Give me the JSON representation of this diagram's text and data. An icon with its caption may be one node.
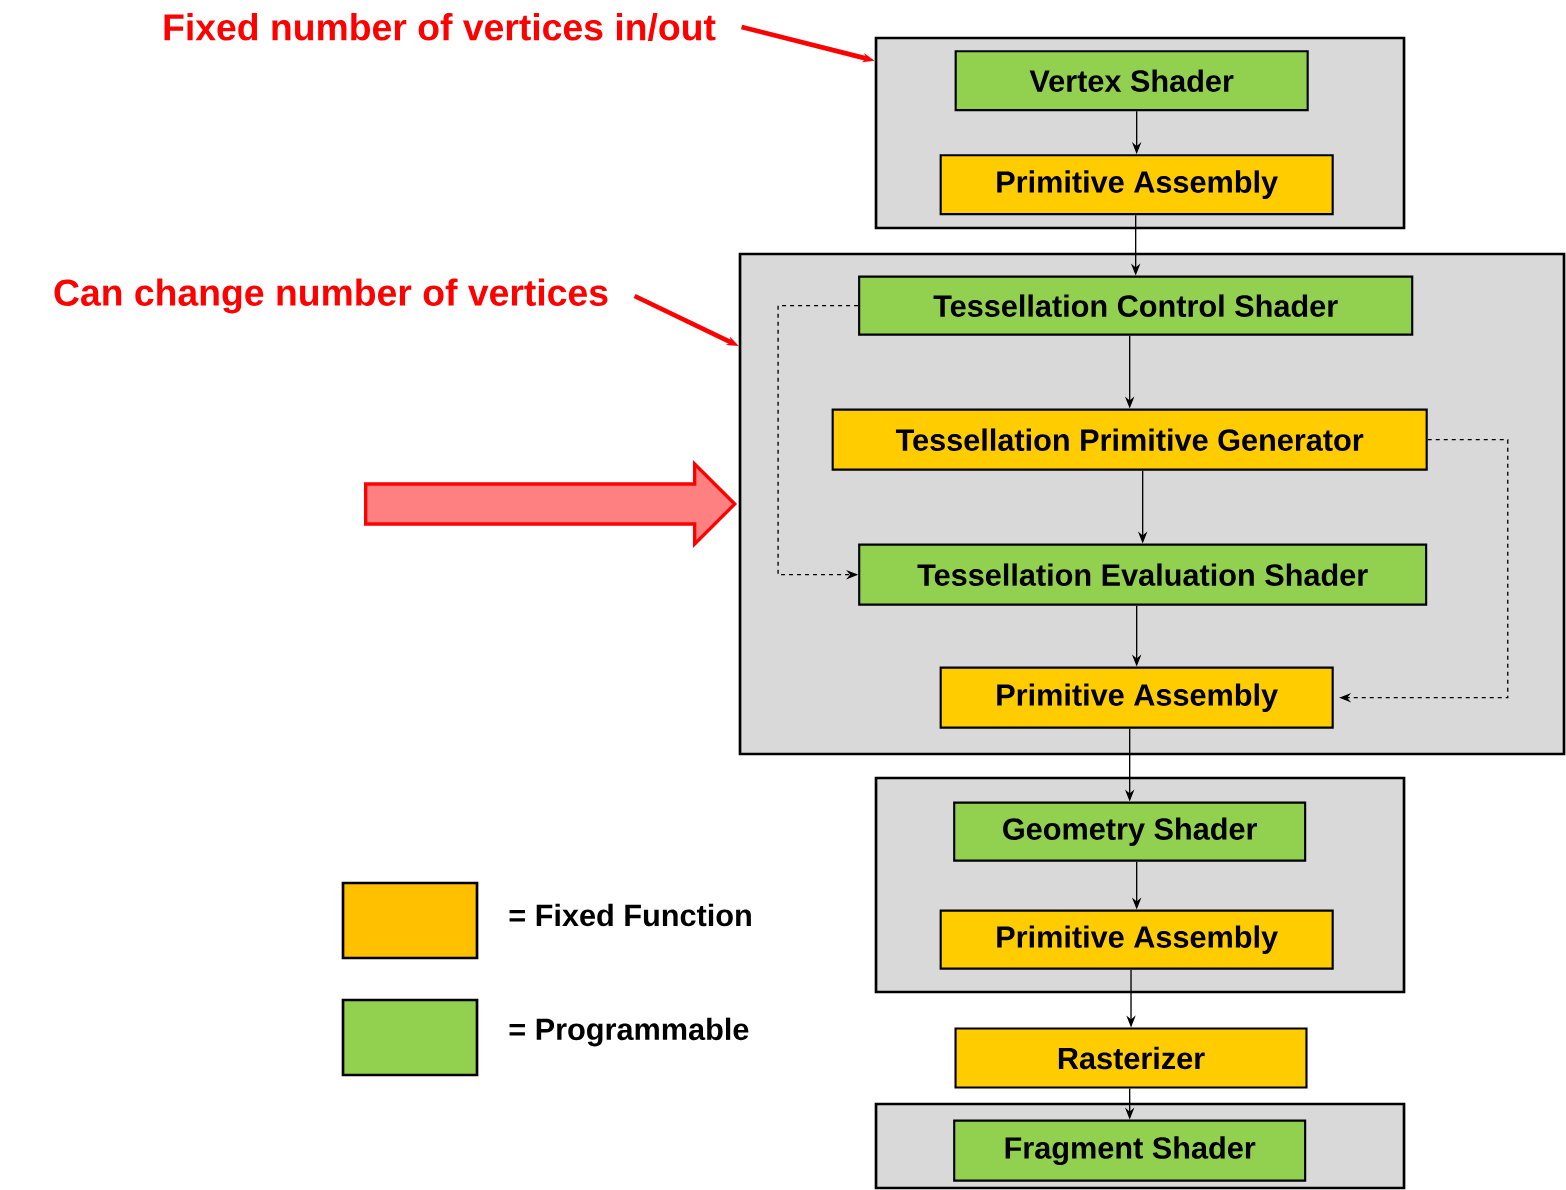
{
  "diagram": {
    "nodes": [
      {
        "text": [],
        "shape": "box"
      },
      {
        "text": [
          "Vertex Shader"
        ],
        "in": 0
      },
      {
        "text": [
          "Primitive Assembly"
        ],
        "in": 0
      },
      {
        "text": [],
        "shape": "box"
      },
      {
        "text": [
          "Tessellation Control Shader"
        ],
        "in": 3
      },
      {
        "text": [
          "Tessellation Primitive Generator"
        ],
        "in": 3
      },
      {
        "text": [
          "Tessellation Evaluation Shader"
        ],
        "in": 3
      },
      {
        "text": [
          "Primitive Assembly"
        ],
        "in": 3
      },
      {
        "text": [],
        "shape": "box"
      },
      {
        "text": [
          "Geometry Shader"
        ],
        "in": 8
      },
      {
        "text": [
          "Primitive Assembly"
        ],
        "in": 8
      },
      {
        "text": [
          "Rasterizer"
        ]
      },
      {
        "text": [],
        "shape": "box"
      },
      {
        "text": [
          "Fragment Shader"
        ],
        "in": 12
      },
      {
        "text": [
          "Fixed number of vertices in/out"
        ]
      },
      {
        "text": [
          "Can change number of vertices"
        ]
      }
    ],
    "edges": [
      {
        "from": 14,
        "to": 0,
        "arrow": "to",
        "style": "thick",
        "color": "#ff0000"
      },
      {
        "from": 15,
        "to": 3,
        "arrow": "to",
        "style": "thick",
        "color": "#ff0000"
      },
      {
        "from": null,
        "to": 3,
        "arrow": "to",
        "style": "thick",
        "color": "#ff0000"
      },
      {
        "from": 1,
        "to": 2,
        "arrow": "to"
      },
      {
        "from": 2,
        "to": 4,
        "arrow": "to"
      },
      {
        "from": 4,
        "to": 5,
        "arrow": "to"
      },
      {
        "from": 5,
        "to": 6,
        "arrow": "to"
      },
      {
        "from": 6,
        "to": 7,
        "arrow": "to"
      },
      {
        "from": 7,
        "to": 9,
        "arrow": "to"
      },
      {
        "from": 9,
        "to": 10,
        "arrow": "to"
      },
      {
        "from": 10,
        "to": 11,
        "arrow": "to"
      },
      {
        "from": 11,
        "to": 13,
        "arrow": "to"
      },
      {
        "from": 4,
        "to": 6,
        "arrow": "to",
        "style": "dashed"
      },
      {
        "from": 5,
        "to": 7,
        "arrow": "to",
        "style": "dashed"
      }
    ],
    "legend": [
      {
        "text": "= Fixed Function",
        "color": "#ffc000"
      },
      {
        "text": "= Programmable",
        "color": "#92d050"
      }
    ]
  }
}
